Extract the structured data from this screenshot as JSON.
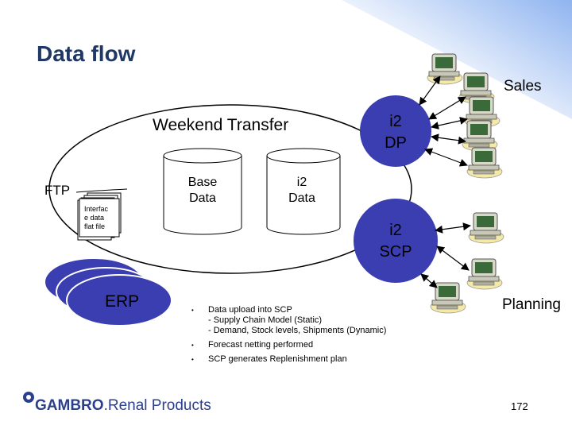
{
  "title": "Data flow",
  "labels": {
    "sales": "Sales",
    "weekend_transfer": "Weekend Transfer",
    "ftp": "FTP",
    "planning": "Planning",
    "erp": "ERP"
  },
  "cylinders": {
    "base_data": "Base\nData",
    "i2_data": "i2\nData"
  },
  "circles": {
    "dp": "i2\nDP",
    "scp": "i2\nSCP"
  },
  "file_label": "Interfac\ne data\nflat file",
  "bullets": [
    "Data upload into SCP\n- Supply Chain Model (Static)\n- Demand, Stock levels, Shipments (Dynamic)",
    "Forecast netting performed",
    "SCP generates Replenishment plan"
  ],
  "footer": {
    "logo_brand": "GAMBRO",
    "logo_suffix": "Renal Products",
    "page_number": "172"
  },
  "colors": {
    "title": "#1f3864",
    "circle_fill": "#3a3eb0",
    "corner_gradient": "#8fb4f0",
    "erp_fill": "#3a3eb0"
  },
  "icons": [
    "computer-icon"
  ]
}
